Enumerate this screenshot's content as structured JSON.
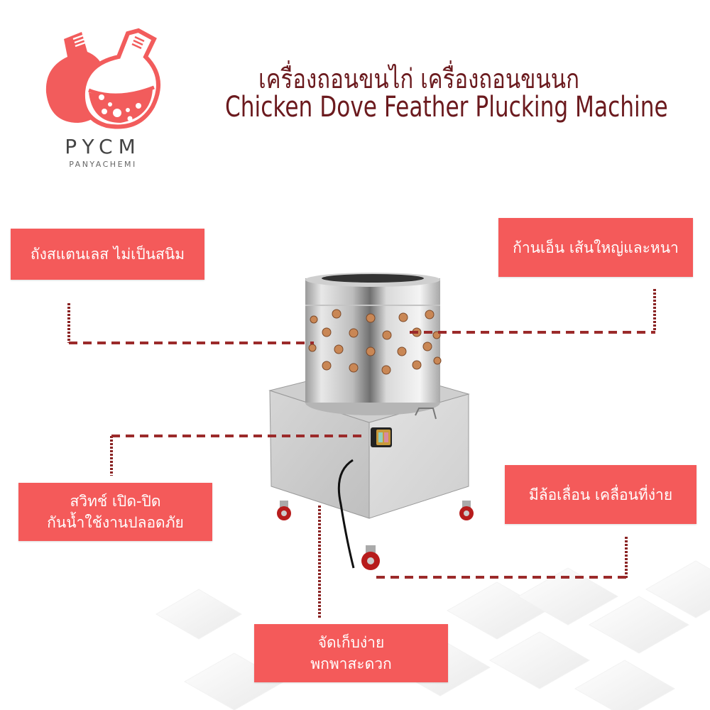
{
  "logo": {
    "brand": "PYCM",
    "subtitle": "PANYACHEMI",
    "icon": "flask-logo-icon",
    "color": "#f25c5c"
  },
  "header": {
    "title_th": "เครื่องถอนขนไก่ เครื่องถอนขนนก",
    "title_en": "Chicken Dove Feather Plucking Machine",
    "title_color": "#6b1a1e"
  },
  "product": {
    "image": "feather-plucking-machine-image",
    "parts": [
      "stainless-drum",
      "rubber-fingers",
      "control-switch",
      "power-cable",
      "caster-wheels",
      "stainless-base"
    ]
  },
  "callouts": [
    {
      "id": "drum",
      "lines": [
        "ถังสแตนเลส ไม่เป็นสนิม"
      ]
    },
    {
      "id": "fingers",
      "lines": [
        "ก้านเอ็น เส้นใหญ่และหนา"
      ]
    },
    {
      "id": "switch",
      "lines": [
        "สวิทช์ เปิด-ปิด",
        "กันน้ำใช้งานปลอดภัย"
      ]
    },
    {
      "id": "wheels",
      "lines": [
        "มีล้อเลื่อน เคลื่อนที่ง่าย"
      ]
    },
    {
      "id": "storage",
      "lines": [
        "จัดเก็บง่าย",
        "พกพาสะดวก"
      ]
    }
  ],
  "colors": {
    "callout_bg": "#f45a5a",
    "callout_text": "#ffffff",
    "leader_line": "#9b2a2a"
  }
}
